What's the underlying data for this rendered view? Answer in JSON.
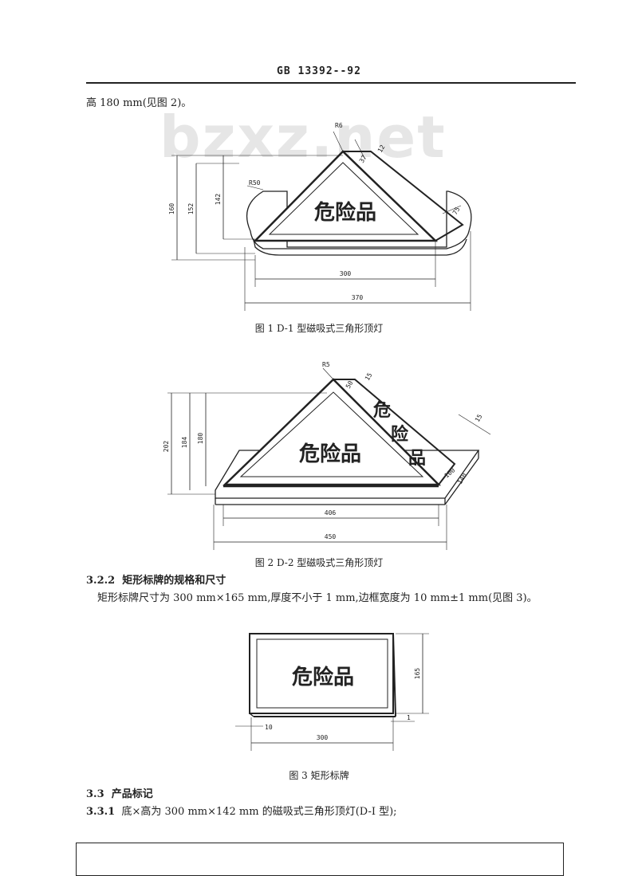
{
  "header": {
    "doc_code": "GB 13392--92"
  },
  "watermark": "bzxz.net",
  "intro_text": "高 180 mm(见图 2)。",
  "figure1": {
    "caption": "图 1   D-1 型磁吸式三角形顶灯",
    "sign_text": "危险品",
    "dims": {
      "r6": "R6",
      "d12": "12",
      "d37": "37",
      "r50": "R50",
      "d75": "75",
      "h160": "160",
      "h152": "152",
      "h142": "142",
      "w300": "300",
      "w370": "370"
    }
  },
  "figure2": {
    "caption": "图 2   D-2 型磁吸式三角形顶灯",
    "sign_text": "危险品",
    "side_text": [
      "危",
      "险",
      "品"
    ],
    "dims": {
      "r5": "R5",
      "d50": "50",
      "d15": "15",
      "d15b": "15",
      "d100": "100",
      "d140": "140",
      "h202": "202",
      "h184": "184",
      "h180": "180",
      "w406": "406",
      "w450": "450"
    }
  },
  "section_322": {
    "number": "3.2.2",
    "title": "矩形标牌的规格和尺寸",
    "body": "矩形标牌尺寸为 300 mm×165 mm,厚度不小于 1 mm,边框宽度为 10 mm±1 mm(见图 3)。"
  },
  "figure3": {
    "caption": "图 3   矩形标牌",
    "sign_text": "危险品",
    "dims": {
      "h165": "165",
      "d10": "10",
      "d1": "1",
      "w300": "300"
    }
  },
  "section_33": {
    "number": "3.3",
    "title": "产品标记"
  },
  "section_331": {
    "number": "3.3.1",
    "body": "底×高为 300 mm×142 mm 的磁吸式三角形顶灯(D-I 型);"
  }
}
